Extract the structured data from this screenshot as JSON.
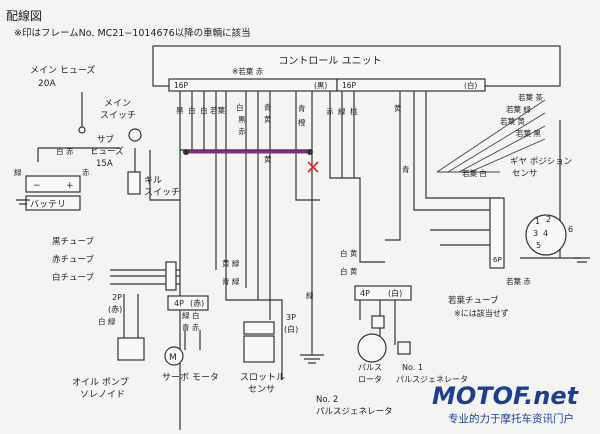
{
  "title": "配線図",
  "note": "※印はフレームNo. MC21−1014676以降の車輌に該当",
  "control_unit": {
    "label": "コントロール ユニット",
    "top_wire": "※若葉 赤",
    "left_conn": "16P",
    "left_conn_color": "(黒)",
    "right_conn": "16P",
    "right_conn_color": "(白)"
  },
  "connector_wires": [
    "黒",
    "白",
    "白",
    "若葉",
    "白",
    "黒",
    "赤",
    "青",
    "黄",
    "橙",
    "青",
    "赤",
    "緑",
    "桃",
    "黄"
  ],
  "main_fuse": {
    "label": "メイン ヒューズ",
    "rating": "20A"
  },
  "main_switch": {
    "label1": "メイン",
    "label2": "スイッチ"
  },
  "sub_fuse": {
    "label1": "サブ",
    "label2": "ヒューズ",
    "rating": "15A",
    "wire": "白 赤"
  },
  "battery": {
    "label": "バッテリ",
    "wire_left": "緑",
    "wire_right": "赤"
  },
  "kill_switch": {
    "label1": "キル",
    "label2": "スイッチ"
  },
  "tubes": [
    "黒チューブ",
    "赤チューブ",
    "白チューブ"
  ],
  "oil_pump": {
    "conn": "2P",
    "conn_color": "(赤)",
    "wires": "白 緑",
    "label1": "オイル ポンプ",
    "label2": "ソレノイド"
  },
  "servo": {
    "conn": "4P",
    "conn_color": "(赤)",
    "wires1": "緑 白",
    "wires2": "青 赤",
    "label": "サーボ モータ"
  },
  "throttle": {
    "conn": "3P",
    "conn_color": "(白)",
    "label1": "スロットル",
    "label2": "センサ"
  },
  "mid_wires": {
    "yellow_green": "黄 緑",
    "blue_green": "青 緑",
    "wire_blue": "黄",
    "green": "緑",
    "white_yellow1": "白 黄",
    "white_yellow2": "白 黄",
    "blue": "青"
  },
  "pulse_conn": {
    "conn": "4P",
    "conn_color": "(白)"
  },
  "pulse_rotor": {
    "label1": "パルス",
    "label2": "ロータ"
  },
  "pulse_gen1": {
    "label1": "No. 1",
    "label2": "パルスジェネレータ"
  },
  "pulse_gen2": {
    "label1": "No. 2",
    "label2": "パルスジェネレータ"
  },
  "gear_sensor": {
    "label1": "ギヤ ポジション",
    "label2": "センサ",
    "conn": "6P",
    "wires": [
      "若葉 茶",
      "若葉 緑",
      "若葉 黄",
      "若葉 黒",
      "若葉 白"
    ],
    "bottom_wire": "若葉 赤",
    "numbers": [
      "1",
      "2",
      "3",
      "4",
      "5",
      "6"
    ]
  },
  "wakaba_tube": {
    "label": "若葉チューブ",
    "note": "※には該当せず"
  },
  "watermark": {
    "brand": "MOTOF.net",
    "slogan": "专业的力于摩托车资讯门户"
  },
  "colors": {
    "highlight": "#8b2a8c",
    "cross": "#e3261c",
    "watermark": "#1d3f8f",
    "ink": "#333333"
  }
}
